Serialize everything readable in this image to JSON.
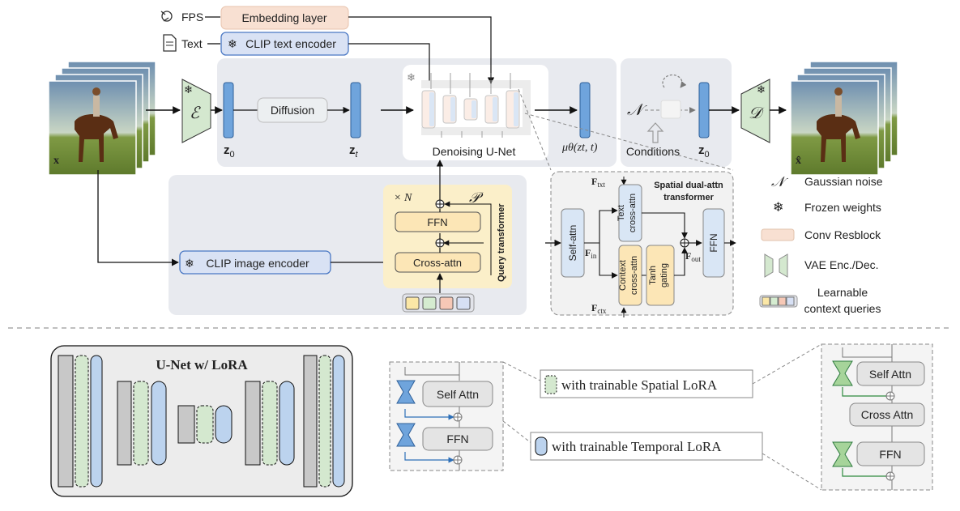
{
  "inputs": {
    "fps": "FPS",
    "text": "Text",
    "embedding_layer": "Embedding layer",
    "clip_text_encoder": "CLIP text encoder",
    "clip_image_encoder": "CLIP image encoder"
  },
  "pipeline": {
    "x_label": "x",
    "encoder": "ℰ",
    "z0": "z",
    "z0_sub": "0",
    "diffusion": "Diffusion",
    "zt": "z",
    "zt_sub": "t",
    "unet": "Denoising U-Net",
    "mu": "μθ(zt, t)",
    "noise_symbol": "𝒩",
    "conditions": "Conditions",
    "z0_out": "z",
    "z0_out_sub": "0",
    "decoder": "𝒟",
    "xhat_label": "x̂"
  },
  "query_transformer": {
    "times_n": "× N",
    "p_symbol": "𝒫",
    "ffn": "FFN",
    "cross_attn": "Cross-attn",
    "side_label": "Query transformer",
    "query_colors": [
      "#fbe7a6",
      "#d5ecd0",
      "#f6c8b6",
      "#d7e0f4"
    ]
  },
  "spatial": {
    "title_line1": "Spatial dual-attn",
    "title_line2": "transformer",
    "f_txt": "F",
    "f_txt_sub": "txt",
    "f_in": "F",
    "f_in_sub": "in",
    "f_ctx": "F",
    "f_ctx_sub": "ctx",
    "f_out": "F",
    "f_out_sub": "out",
    "self_attn": "Self-attn",
    "text_cross_1": "Text",
    "text_cross_2": "cross-attn",
    "context_cross_1": "Context",
    "context_cross_2": "cross-attn",
    "tanh_1": "Tanh",
    "tanh_2": "gating",
    "ffn": "FFN"
  },
  "legend": {
    "gaussian": "Gaussian noise",
    "frozen": "Frozen weights",
    "conv": "Conv Resblock",
    "vae": "VAE Enc./Dec.",
    "learnable_1": "Learnable",
    "learnable_2": "context queries",
    "gaussian_symbol": "𝒩"
  },
  "lora": {
    "unet_title": "U-Net w/ LoRA",
    "self_attn": "Self Attn",
    "ffn": "FFN",
    "spatial_lora": "with trainable Spatial LoRA",
    "temporal_lora": "with trainable Temporal LoRA",
    "right_self_attn": "Self Attn",
    "right_cross_attn": "Cross Attn",
    "right_ffn": "FFN"
  },
  "colors": {
    "blue_block": "#6fa4dc",
    "green_vae": "#d4e8cf",
    "peach": "#f8e0d2",
    "gray_panel": "#e8eaef",
    "yellow_panel": "#fbefc9",
    "frozen": "#5aaee6"
  }
}
